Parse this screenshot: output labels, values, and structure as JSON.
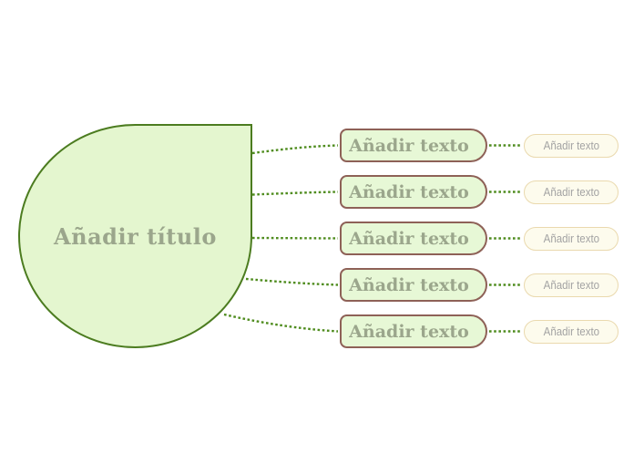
{
  "diagram": {
    "type": "mindmap-template",
    "central": {
      "label": "Añadir título"
    },
    "branches": [
      {
        "label": "Añadir texto",
        "child": {
          "label": "Añadir texto"
        }
      },
      {
        "label": "Añadir texto",
        "child": {
          "label": "Añadir texto"
        }
      },
      {
        "label": "Añadir texto",
        "child": {
          "label": "Añadir texto"
        }
      },
      {
        "label": "Añadir texto",
        "child": {
          "label": "Añadir texto"
        }
      },
      {
        "label": "Añadir texto",
        "child": {
          "label": "Añadir texto"
        }
      }
    ]
  },
  "colors": {
    "background": "#ffffff",
    "central_fill": "#e4f6cf",
    "central_border": "#4c7c20",
    "branch_fill": "#e7f8d6",
    "branch_border": "#8e6157",
    "child_fill": "#fdfbed",
    "child_border": "#ead9ae",
    "connector": "#4f8c1e",
    "title_text": "#9ba68c",
    "child_text": "#a3a3a3"
  }
}
